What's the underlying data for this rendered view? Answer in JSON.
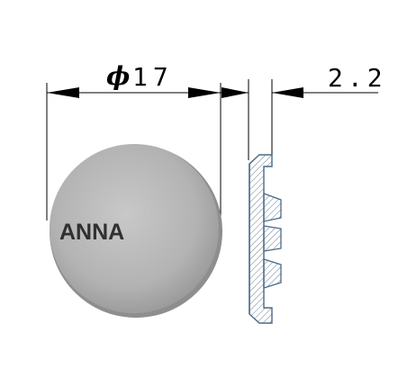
{
  "drawing": {
    "diameter_symbol": "ϕ",
    "diameter_value": "17",
    "thickness_value": "2.2",
    "disc_label": "ANNA"
  },
  "colors": {
    "line": "#000000",
    "disc_light": "#c4c4c4",
    "disc_mid": "#acacac",
    "disc_dark": "#8a8a8a",
    "label": "#303030",
    "profile_outline": "#4a6a88",
    "hatch": "#6e7f90"
  }
}
